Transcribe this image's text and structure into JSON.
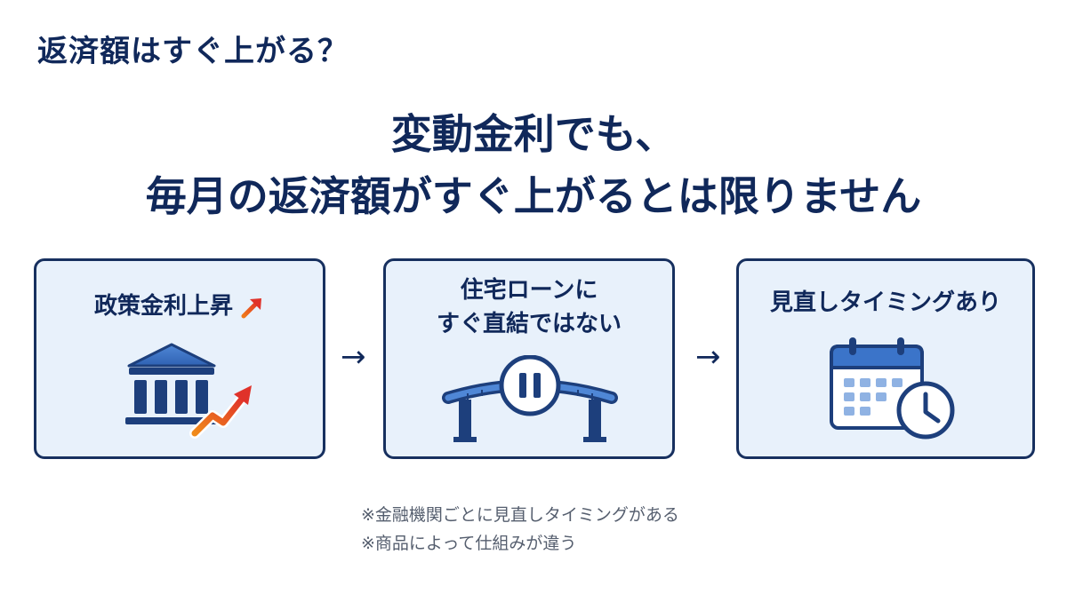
{
  "page": {
    "heading": "返済額はすぐ上がる？"
  },
  "headline": {
    "line1": "変動金利でも、",
    "line2": "毎月の返済額がすぐ上がるとは限りません"
  },
  "cards": [
    {
      "title": "政策金利上昇",
      "icon": "bank-building-with-rising-arrow"
    },
    {
      "title_line1": "住宅ローンに",
      "title_line2": "すぐ直結ではない",
      "icon": "bridge-with-pause-symbol"
    },
    {
      "title": "見直しタイミングあり",
      "icon": "calendar-with-clock"
    }
  ],
  "flow": {
    "arrow1": "→",
    "arrow2": "→"
  },
  "notes": {
    "note1": "※金融機関ごとに見直しタイミングがある",
    "note2": "※商品によって仕組みが違う"
  },
  "colors": {
    "navy": "#10285a",
    "card_background": "#e8f1fb",
    "accent_blue": "#3b74c9",
    "accent_red": "#e0322a",
    "accent_orange": "#f07a1a",
    "note_gray": "#555e6e"
  }
}
